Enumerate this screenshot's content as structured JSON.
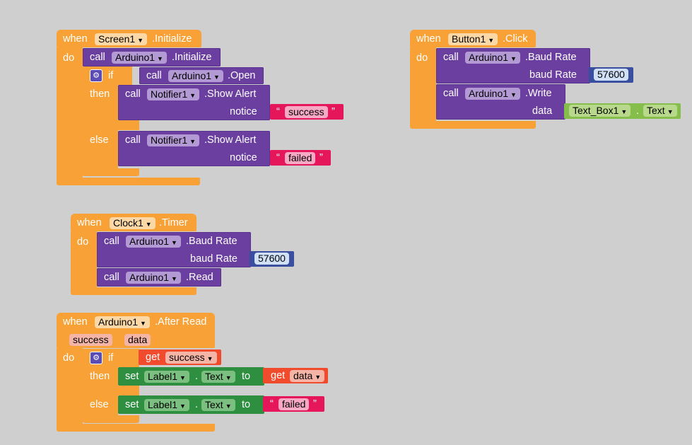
{
  "kw": {
    "when": "when",
    "do": "do",
    "call": "call",
    "if": "if",
    "then": "then",
    "else": "else",
    "set": "set",
    "to": "to",
    "get": "get",
    "dot": "."
  },
  "b1": {
    "component": "Screen1",
    "event": ".Initialize",
    "c1": {
      "comp": "Arduino1",
      "method": ".Initialize"
    },
    "cond": {
      "comp": "Arduino1",
      "method": ".Open"
    },
    "then": {
      "comp": "Notifier1",
      "method": ".Show Alert",
      "arg": "notice",
      "text": "success"
    },
    "else": {
      "comp": "Notifier1",
      "method": ".Show Alert",
      "arg": "notice",
      "text": "failed"
    }
  },
  "b2": {
    "component": "Button1",
    "event": ".Click",
    "c1": {
      "comp": "Arduino1",
      "method": ".Baud Rate",
      "arg": "baud Rate",
      "value": "57600"
    },
    "c2": {
      "comp": "Arduino1",
      "method": ".Write",
      "arg": "data",
      "obj": "Text_Box1",
      "prop": "Text"
    }
  },
  "b3": {
    "component": "Clock1",
    "event": ".Timer",
    "c1": {
      "comp": "Arduino1",
      "method": ".Baud Rate",
      "arg": "baud Rate",
      "value": "57600"
    },
    "c2": {
      "comp": "Arduino1",
      "method": ".Read"
    }
  },
  "b4": {
    "component": "Arduino1",
    "event": ".After Read",
    "params": [
      "success",
      "data"
    ],
    "cond": "success",
    "then": {
      "comp": "Label1",
      "prop": "Text",
      "getvar": "data"
    },
    "else": {
      "comp": "Label1",
      "prop": "Text",
      "text": "failed"
    }
  },
  "colors": {
    "event": "#f7a136",
    "procedure": "#6a3fa0",
    "set": "#2e8f40",
    "text": "#e5175a",
    "number": "#3a4fa0",
    "get": "#f14b2e",
    "component": "#86be4b"
  },
  "icons": {
    "mutator": "gear-icon",
    "dropdown": "dropdown-arrow-icon"
  }
}
